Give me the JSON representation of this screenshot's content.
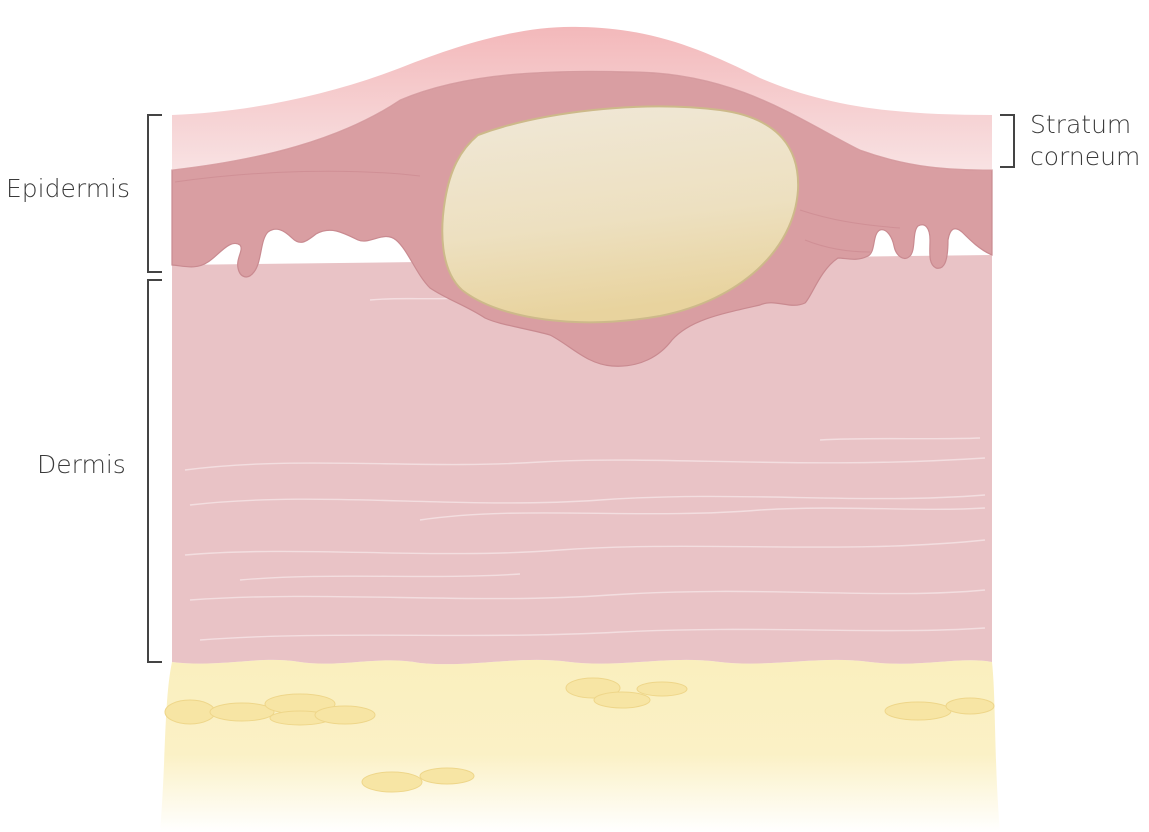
{
  "labels": {
    "epidermis": "Epidermis",
    "dermis": "Dermis",
    "stratum_corneum_line1": "Stratum",
    "stratum_corneum_line2": "corneum"
  },
  "colors": {
    "stratum_corneum": "#f6d9da",
    "stratum_corneum_top": "#f2b9bb",
    "epidermis": "#d99ea2",
    "epidermis_edge": "#c98a90",
    "dermis": "#e9c3c6",
    "dermis_fibers": "#f5dfe1",
    "blister_fluid": "#ede2c8",
    "blister_edge": "#cdb98a",
    "subcutaneous_fat": "#faefbe",
    "fat_lobules": "#f7e4a0",
    "bracket_stroke": "#444444"
  },
  "icons": {
    "bracket": "square-bracket"
  }
}
